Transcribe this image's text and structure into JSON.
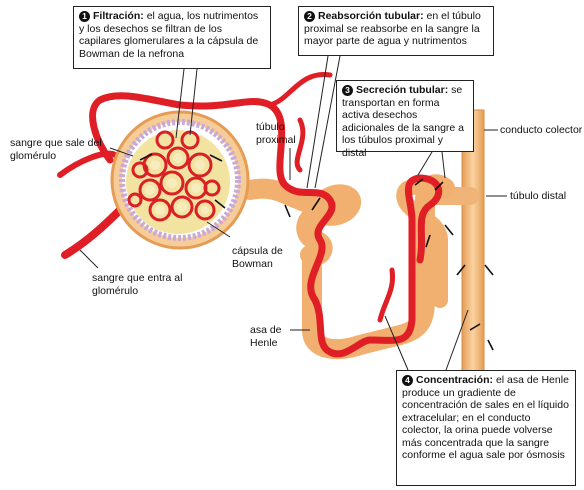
{
  "callouts": [
    {
      "num": "1",
      "title": "Filtración:",
      "body": "el agua, los nutrimentos y los desechos se filtran de los capilares glomerulares a la cápsula de Bowman de la nefrona"
    },
    {
      "num": "2",
      "title": "Reabsorción tubular:",
      "body": "en el túbulo proximal se reabsorbe en la sangre la mayor parte de agua y nutrimentos"
    },
    {
      "num": "3",
      "title": "Secreción tubular:",
      "body": "se transportan en forma activa desechos adicionales de la sangre a los túbulos proximal y distal"
    },
    {
      "num": "4",
      "title": "Concentración:",
      "body": "el asa de Henle produce un gradiente de concentración de sales en el líquido extracelular; en el conducto colector, la orina puede volverse más concentrada que la sangre conforme el agua sale por ósmosis"
    }
  ],
  "labels": {
    "sangre_sale": "sangre que sale del glomérulo",
    "tubulo_proximal": "túbulo proximal",
    "capsula": "cápsula de Bowman",
    "sangre_entra": "sangre que entra al glomérulo",
    "asa_henle": "asa de Henle",
    "conducto_colector": "conducto colector",
    "tubulo_distal": "túbulo distal"
  },
  "colors": {
    "tubule": "#f4b87a",
    "tubule_edge": "#e09a55",
    "vessel": "#e01e26",
    "vessel_dark": "#b5121b",
    "capsule_fill": "#efe2a8",
    "capsule_wall": "#c9a9d6",
    "glomerulus_bg": "#f2e3a0"
  }
}
